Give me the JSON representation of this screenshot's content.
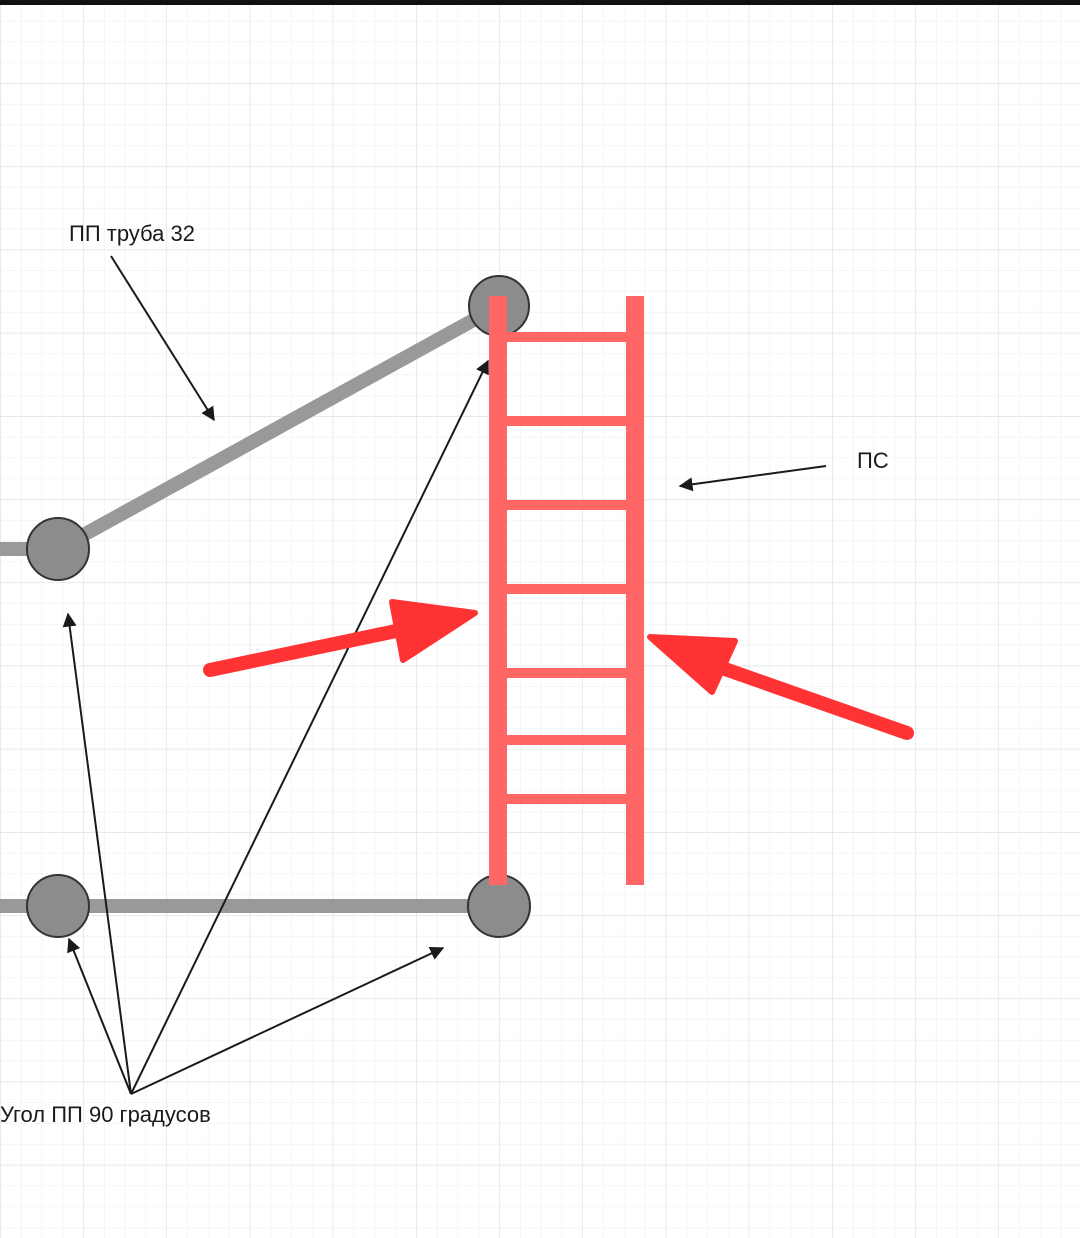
{
  "labels": {
    "pipe": "ПП труба 32",
    "stairs": "ПС",
    "elbow": "Угол ПП 90 градусов"
  },
  "colors": {
    "background": "#ffffff",
    "grid_minor": "#ebebeb",
    "grid_major": "#dcdcdc",
    "top_bar": "#111111",
    "pipe": "#999999",
    "joint_fill": "#8c8c8c",
    "joint_stroke": "#333333",
    "ladder": "#ff6666",
    "annotation_arrow": "#1a1a1a",
    "highlight_arrow": "#ff3333"
  },
  "icons": {
    "joint": "circle-joint-icon",
    "ladder": "ladder-icon",
    "pointer": "arrow-icon"
  },
  "ladder": {
    "rungs": 7
  }
}
